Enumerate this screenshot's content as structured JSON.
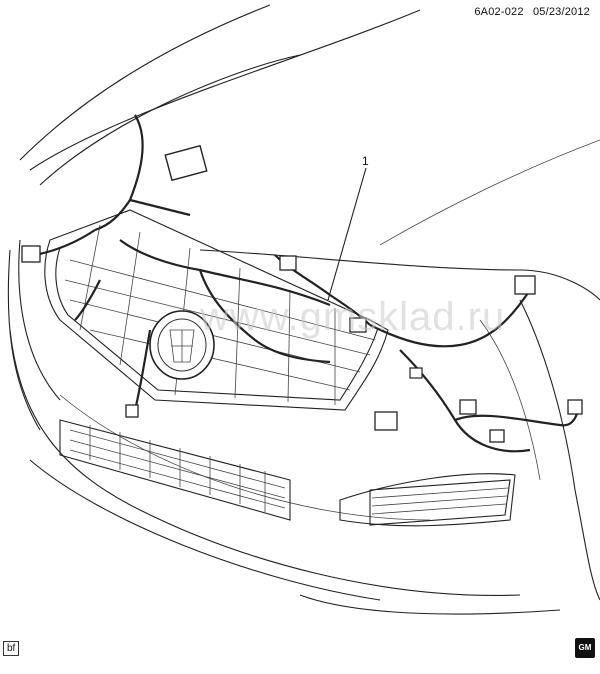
{
  "header": {
    "diagram_code": "6A02-022",
    "date": "05/23/2012"
  },
  "callout_label": "1",
  "watermark_text": "www.gmsklad.ru",
  "corner_code": "bf",
  "logo": {
    "icon": "gm-logo-icon",
    "text": "GM"
  }
}
